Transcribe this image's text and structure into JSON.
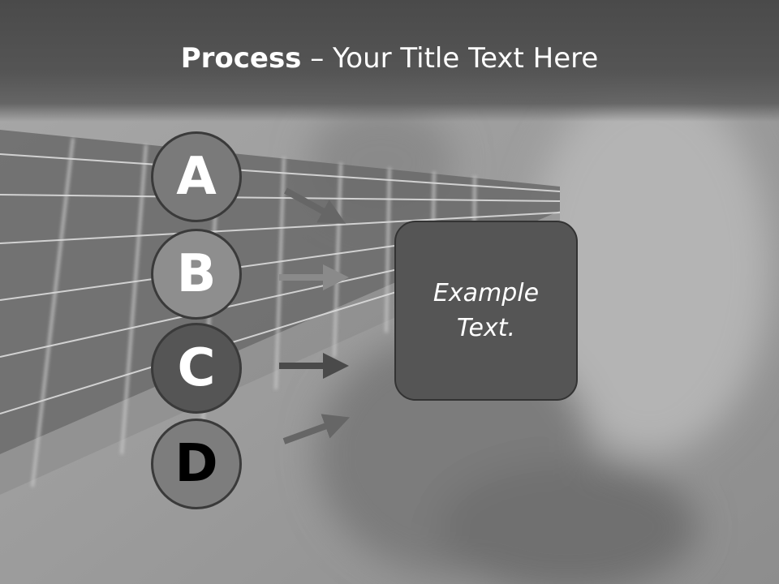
{
  "title": {
    "bold": "Process",
    "rest": " – Your Title Text Here"
  },
  "steps": [
    {
      "letter": "A",
      "fill": "#7a7a7a",
      "text_color": "#ffffff"
    },
    {
      "letter": "B",
      "fill": "#8e8e8e",
      "text_color": "#ffffff"
    },
    {
      "letter": "C",
      "fill": "#555555",
      "text_color": "#ffffff"
    },
    {
      "letter": "D",
      "fill": "#7d7d7d",
      "text_color": "#000000"
    }
  ],
  "box": {
    "text": "Example Text."
  },
  "colors": {
    "title_bar": "#4a4a4a",
    "box_fill": "#555555",
    "arrow": "#666666"
  }
}
